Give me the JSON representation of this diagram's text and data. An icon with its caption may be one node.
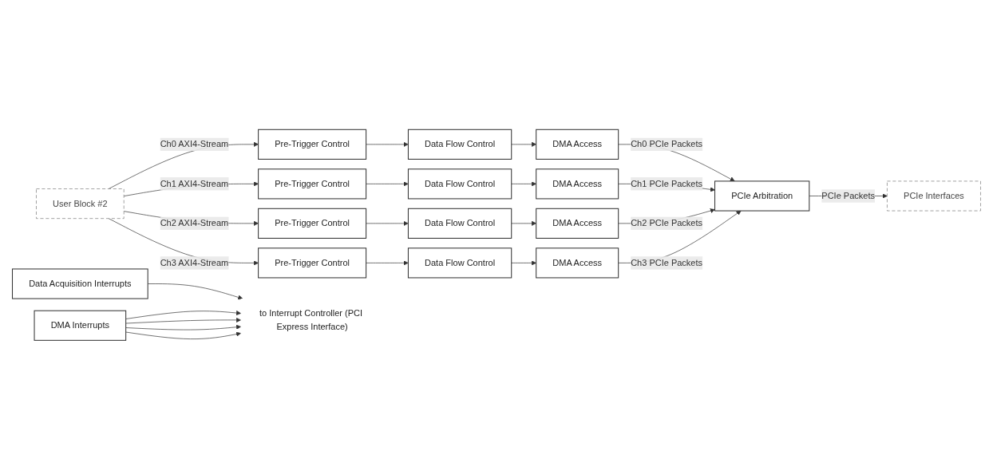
{
  "diagram": {
    "nodes": [
      {
        "text": [
          "User Block #2"
        ]
      },
      {
        "text": [
          "Pre-Trigger Control"
        ]
      },
      {
        "text": [
          "Data Flow Control"
        ]
      },
      {
        "text": [
          "DMA Access"
        ]
      },
      {
        "text": [
          "Pre-Trigger Control"
        ]
      },
      {
        "text": [
          "Data Flow Control"
        ]
      },
      {
        "text": [
          "DMA Access"
        ]
      },
      {
        "text": [
          "Pre-Trigger Control"
        ]
      },
      {
        "text": [
          "Data Flow Control"
        ]
      },
      {
        "text": [
          "DMA Access"
        ]
      },
      {
        "text": [
          "Pre-Trigger Control"
        ]
      },
      {
        "text": [
          "Data Flow Control"
        ]
      },
      {
        "text": [
          "DMA Access"
        ]
      },
      {
        "text": [
          "PCIe Arbitration"
        ]
      },
      {
        "text": [
          "PCIe Interfaces"
        ]
      },
      {
        "text": [
          "Data Acquisition Interrupts"
        ]
      },
      {
        "text": [
          "DMA Interrupts"
        ]
      },
      {
        "text": [
          "to Interrupt Controller (PCI Express Interface)"
        ]
      }
    ],
    "edges": [
      {
        "from": 0,
        "to": 1,
        "arrow": "to",
        "label": "Ch0 AXI4-Stream"
      },
      {
        "from": 1,
        "to": 2,
        "arrow": "to"
      },
      {
        "from": 2,
        "to": 3,
        "arrow": "to"
      },
      {
        "from": 3,
        "to": 13,
        "arrow": "to",
        "label": "Ch0 PCIe Packets"
      },
      {
        "from": 0,
        "to": 4,
        "arrow": "to",
        "label": "Ch1 AXI4-Stream"
      },
      {
        "from": 4,
        "to": 5,
        "arrow": "to"
      },
      {
        "from": 5,
        "to": 6,
        "arrow": "to"
      },
      {
        "from": 6,
        "to": 13,
        "arrow": "to",
        "label": "Ch1 PCIe Packets"
      },
      {
        "from": 0,
        "to": 7,
        "arrow": "to",
        "label": "Ch2 AXI4-Stream"
      },
      {
        "from": 7,
        "to": 8,
        "arrow": "to"
      },
      {
        "from": 8,
        "to": 9,
        "arrow": "to"
      },
      {
        "from": 9,
        "to": 13,
        "arrow": "to",
        "label": "Ch2 PCIe Packets"
      },
      {
        "from": 0,
        "to": 10,
        "arrow": "to",
        "label": "Ch3 AXI4-Stream"
      },
      {
        "from": 10,
        "to": 11,
        "arrow": "to"
      },
      {
        "from": 11,
        "to": 12,
        "arrow": "to"
      },
      {
        "from": 12,
        "to": 13,
        "arrow": "to",
        "label": "Ch3 PCIe Packets"
      },
      {
        "from": 13,
        "to": 14,
        "arrow": "to",
        "label": "PCIe Packets"
      },
      {
        "from": 15,
        "to": 17,
        "arrow": "to"
      },
      {
        "from": 16,
        "to": 17,
        "arrow": "to"
      },
      {
        "from": 16,
        "to": 17,
        "arrow": "to"
      },
      {
        "from": 16,
        "to": 17,
        "arrow": "to"
      },
      {
        "from": 16,
        "to": 17,
        "arrow": "to"
      }
    ]
  }
}
